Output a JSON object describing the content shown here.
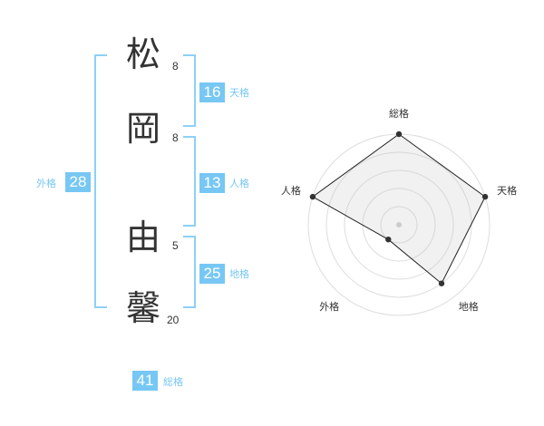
{
  "name": {
    "chars": [
      {
        "char": "松",
        "strokes": "8"
      },
      {
        "char": "岡",
        "strokes": "8"
      },
      {
        "char": "由",
        "strokes": "5"
      },
      {
        "char": "馨",
        "strokes": "20"
      }
    ]
  },
  "kaku": {
    "tenkaku": {
      "value": "16",
      "label": "天格"
    },
    "jinkaku": {
      "value": "13",
      "label": "人格"
    },
    "chikaku": {
      "value": "25",
      "label": "地格"
    },
    "gaikaku": {
      "value": "28",
      "label": "外格"
    },
    "soukaku": {
      "value": "41",
      "label": "総格"
    }
  },
  "colors": {
    "accent": "#77c7f4",
    "bracket": "#8ed0f6",
    "text": "#333333"
  },
  "chart_data": {
    "type": "radar",
    "axes": [
      "総格",
      "天格",
      "地格",
      "外格",
      "人格"
    ],
    "values": [
      5,
      5,
      4,
      1,
      5
    ],
    "range": [
      0,
      5
    ],
    "grid": true
  }
}
